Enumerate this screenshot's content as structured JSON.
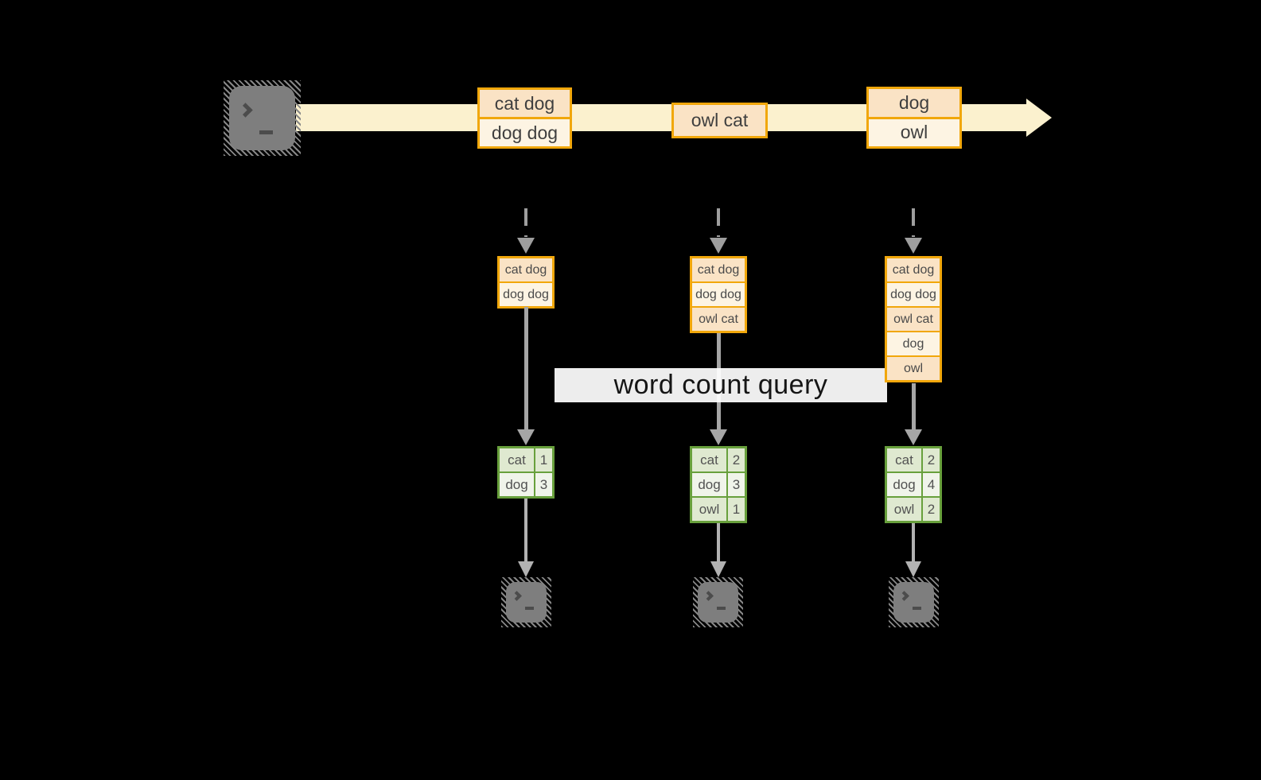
{
  "query_box": {
    "label": "word count query"
  },
  "timeline": {
    "batches": [
      {
        "cells": [
          "cat dog",
          "dog dog"
        ]
      },
      {
        "cells": [
          "owl cat"
        ]
      },
      {
        "cells": [
          "dog",
          "owl"
        ]
      }
    ]
  },
  "columns": [
    {
      "buffer": [
        "cat dog",
        "dog dog"
      ],
      "counts": [
        {
          "word": "cat",
          "count": "1"
        },
        {
          "word": "dog",
          "count": "3"
        }
      ]
    },
    {
      "buffer": [
        "cat dog",
        "dog dog",
        "owl cat"
      ],
      "counts": [
        {
          "word": "cat",
          "count": "2"
        },
        {
          "word": "dog",
          "count": "3"
        },
        {
          "word": "owl",
          "count": "1"
        }
      ]
    },
    {
      "buffer": [
        "cat dog",
        "dog dog",
        "owl cat",
        "dog",
        "owl"
      ],
      "counts": [
        {
          "word": "cat",
          "count": "2"
        },
        {
          "word": "dog",
          "count": "4"
        },
        {
          "word": "owl",
          "count": "2"
        }
      ]
    }
  ],
  "colors": {
    "accent_amber": "#F1A70B",
    "peach_fill": "#FAE3C5",
    "cream_fill": "#FDF4E3",
    "band_fill": "#FBF1CE",
    "green_border": "#68A03C",
    "green_fill_dark": "#DFE9D0",
    "green_fill_light": "#F0F4EA",
    "arrow_gray": "#A6A6A6"
  }
}
